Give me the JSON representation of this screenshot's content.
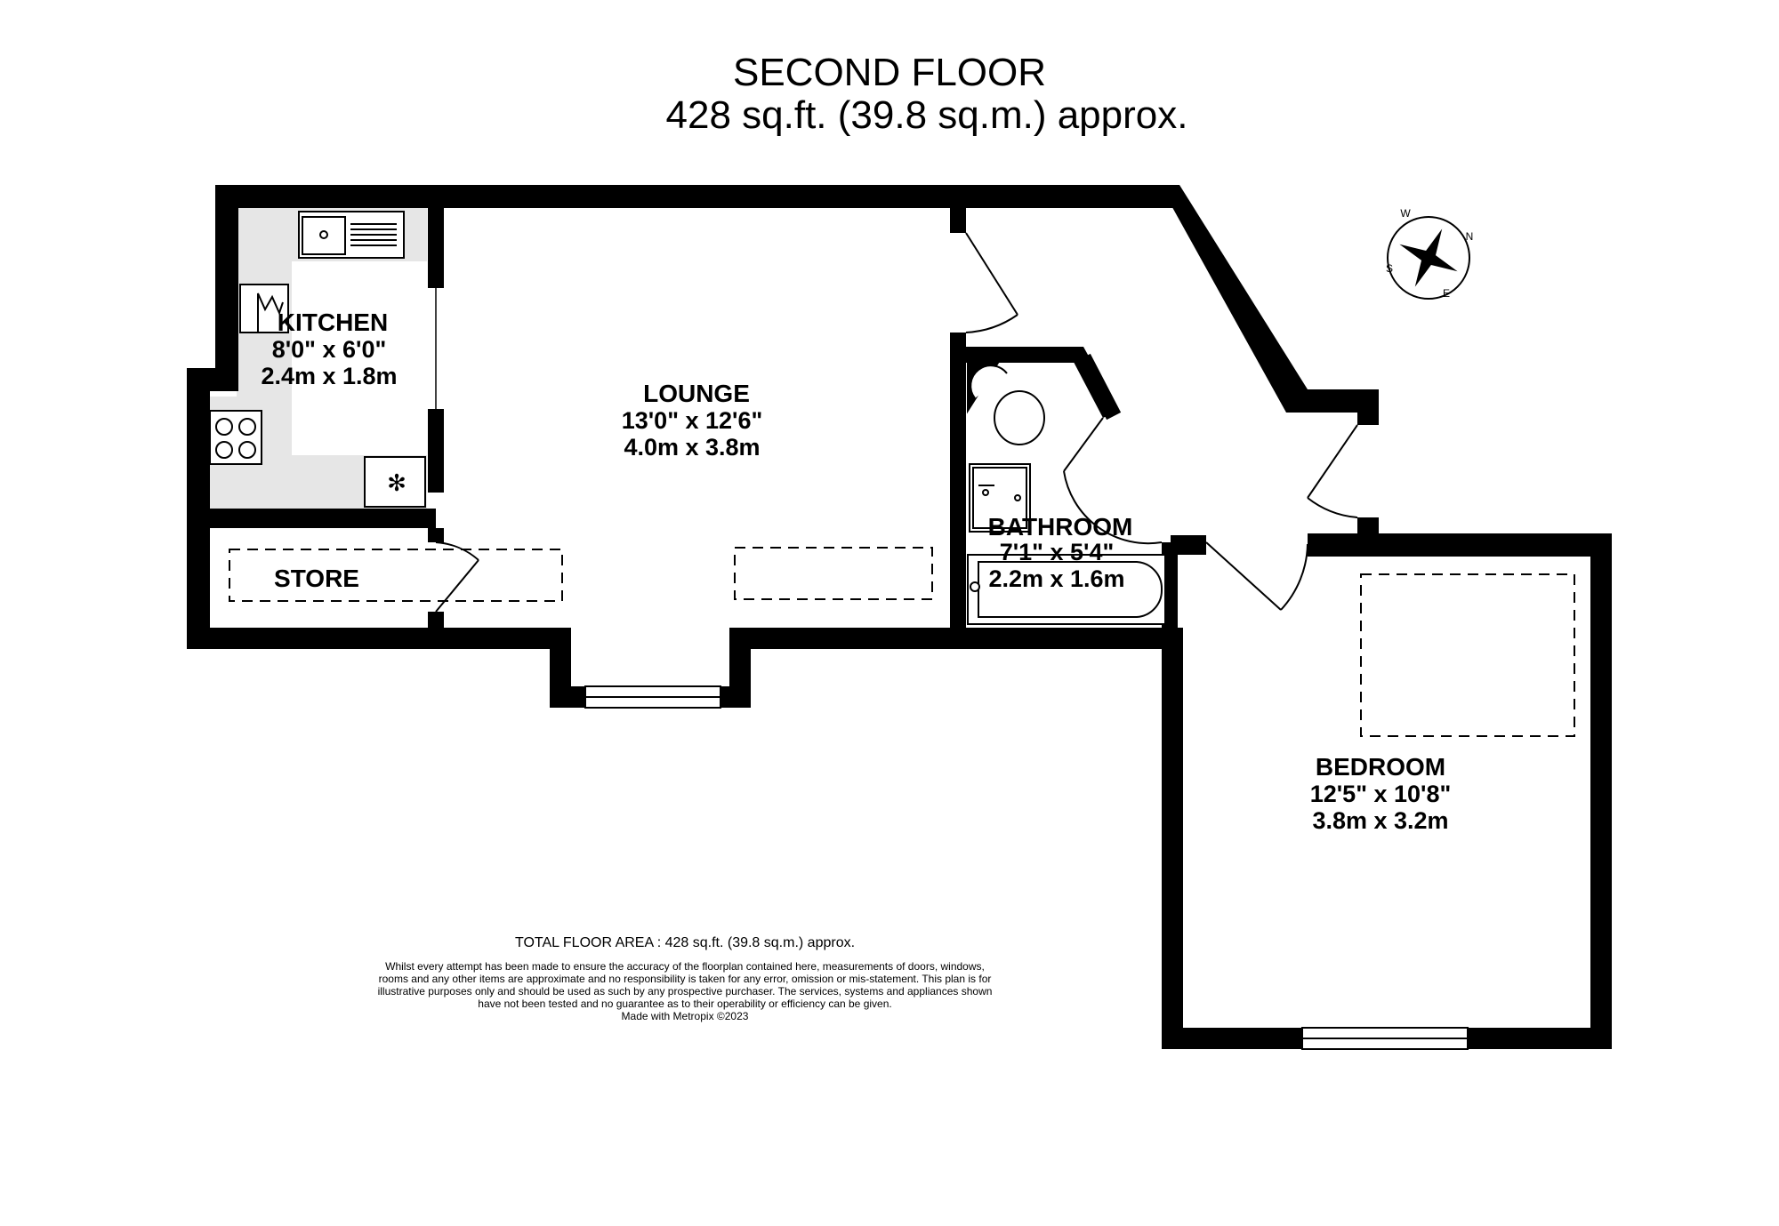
{
  "floor": {
    "name": "SECOND FLOOR",
    "area": "428 sq.ft. (39.8 sq.m.) approx."
  },
  "rooms": {
    "kitchen": {
      "name": "KITCHEN",
      "imperial": "8'0\"  x 6'0\"",
      "metric": "2.4m  x 1.8m"
    },
    "lounge": {
      "name": "LOUNGE",
      "imperial": "13'0\"  x 12'6\"",
      "metric": "4.0m  x 3.8m"
    },
    "bathroom": {
      "name": "BATHROOM",
      "imperial": "7'1\"  x 5'4\"",
      "metric": "2.2m  x 1.6m"
    },
    "bedroom": {
      "name": "BEDROOM",
      "imperial": "12'5\"  x 10'8\"",
      "metric": "3.8m  x 3.2m"
    },
    "store": {
      "name": "STORE"
    }
  },
  "compass": {
    "n": "N",
    "e": "E",
    "s": "S",
    "w": "W"
  },
  "footer": {
    "total": "TOTAL FLOOR AREA : 428 sq.ft. (39.8 sq.m.) approx.",
    "disclaimer": "Whilst every attempt has been made to ensure the accuracy of the floorplan contained here, measurements of doors, windows, rooms and any other items are approximate and no responsibility is taken for any error, omission or mis-statement. This plan is for illustrative purposes only and should be used as such by any prospective purchaser. The services, systems and appliances shown have not been tested and no guarantee as to their operability or efficiency can be given.",
    "made_with": "Made with Metropix ©2023"
  },
  "colors": {
    "wall": "#000000",
    "counter": "#e6e6e6",
    "fixture": "#ffffff"
  },
  "icons": [
    "sink-icon",
    "washing-machine-icon",
    "hob-icon",
    "fridge-freezer-icon",
    "toilet-icon",
    "basin-icon",
    "bath-icon",
    "compass-star-icon"
  ]
}
